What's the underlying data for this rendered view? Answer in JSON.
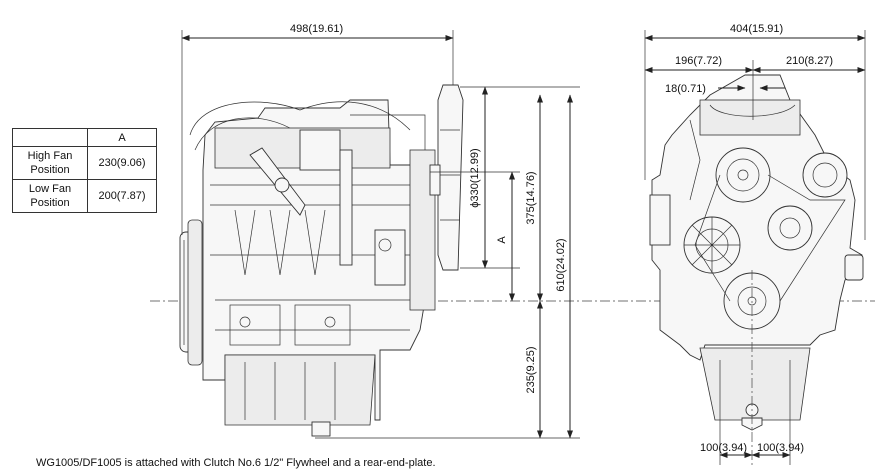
{
  "fan_table": {
    "header": [
      "",
      "A"
    ],
    "rows": [
      {
        "label": "High Fan Position",
        "label_lines": [
          "High Fan",
          "Position"
        ],
        "value": "230(9.06)"
      },
      {
        "label": "Low Fan Position",
        "label_lines": [
          "Low Fan",
          "Position"
        ],
        "value": "200(7.87)"
      }
    ]
  },
  "dimensions": {
    "side_length": "498(19.61)",
    "flywheel_dia": "ϕ330(12.99)",
    "fan_height": "A",
    "height_375": "375(14.76)",
    "height_610": "610(24.02)",
    "height_235": "235(9.25)",
    "front_width": "404(15.91)",
    "front_left": "196(7.72)",
    "front_right": "210(8.27)",
    "offset_18": "18(0.71)",
    "base_left": "100(3.94)",
    "base_right": "100(3.94)"
  },
  "note": "WG1005/DF1005 is attached with Clutch No.6 1/2\" Flywheel and a rear-end-plate."
}
